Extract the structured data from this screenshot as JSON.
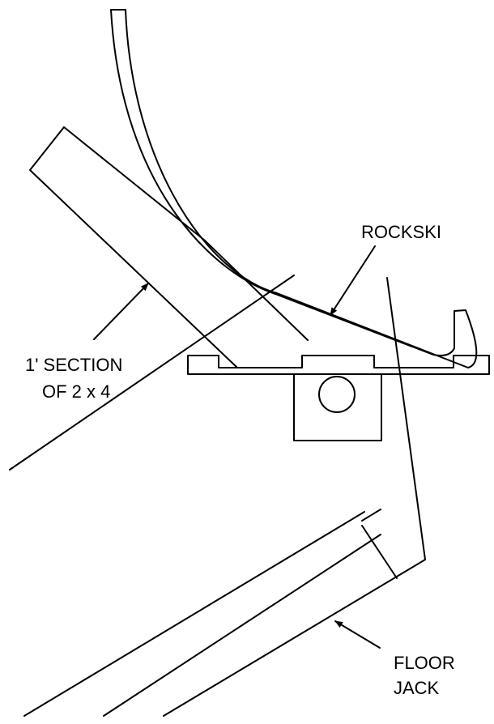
{
  "labels": {
    "rockski": "ROCKSKI",
    "section_line1": "1' SECTION",
    "section_line2": "OF 2 x 4",
    "jack_line1": "FLOOR",
    "jack_line2": "JACK"
  },
  "colors": {
    "line": "#000000",
    "background": "#ffffff"
  }
}
